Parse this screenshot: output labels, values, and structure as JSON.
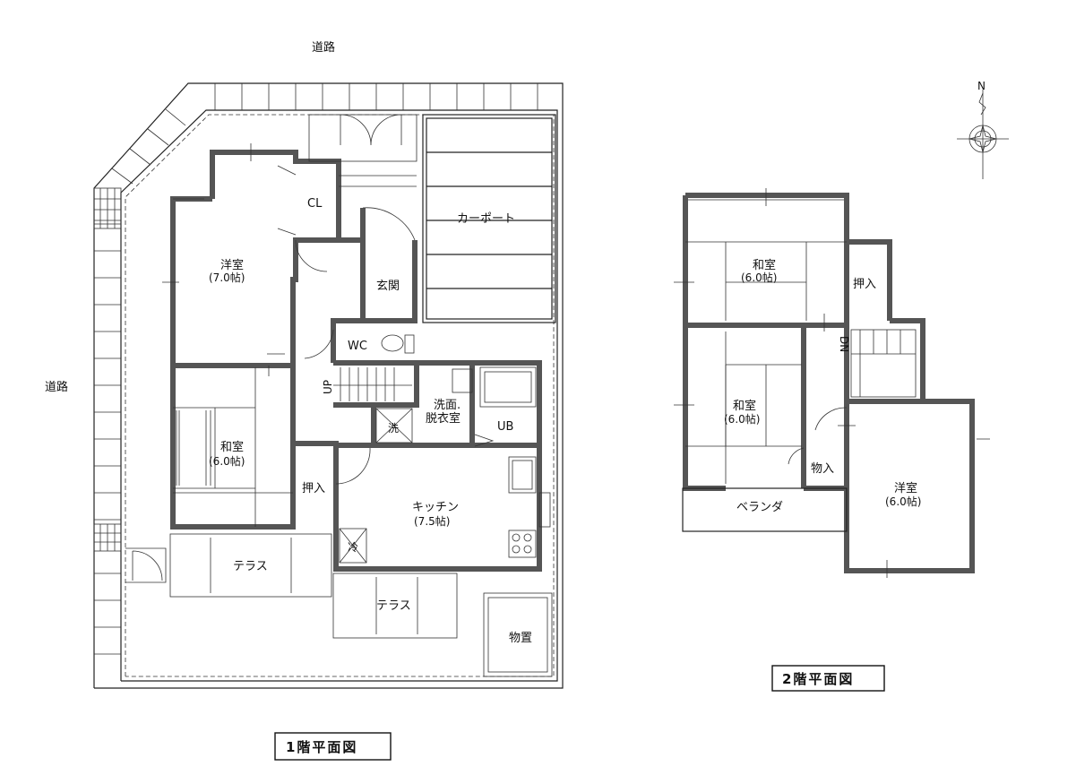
{
  "road_top": "道路",
  "road_left": "道路",
  "north": "N",
  "floor1": {
    "title": "1階平面図",
    "rooms": {
      "yoshitsu_name": "洋室",
      "yoshitsu_size": "(7.0帖)",
      "cl": "CL",
      "genkan": "玄関",
      "carport": "カーポート",
      "wc": "WC",
      "up": "UP",
      "senmen_1": "洗面.",
      "senmen_2": "脱衣室",
      "ub": "UB",
      "sen": "洗",
      "washitsu_name": "和室",
      "washitsu_size": "(6.0帖)",
      "oshiire": "押入",
      "kitchen_name": "キッチン",
      "kitchen_size": "(7.5帖)",
      "rei": "冷",
      "terrace_a": "テラス",
      "terrace_b": "テラス",
      "monooki": "物置"
    }
  },
  "floor2": {
    "title": "2階平面図",
    "rooms": {
      "washitsu_a_name": "和室",
      "washitsu_a_size": "(6.0帖)",
      "oshiire": "押入",
      "dn": "DN",
      "washitsu_b_name": "和室",
      "washitsu_b_size": "(6.0帖)",
      "monoire": "物入",
      "yoshitsu_name": "洋室",
      "yoshitsu_size": "(6.0帖)",
      "veranda": "ベランダ"
    }
  }
}
